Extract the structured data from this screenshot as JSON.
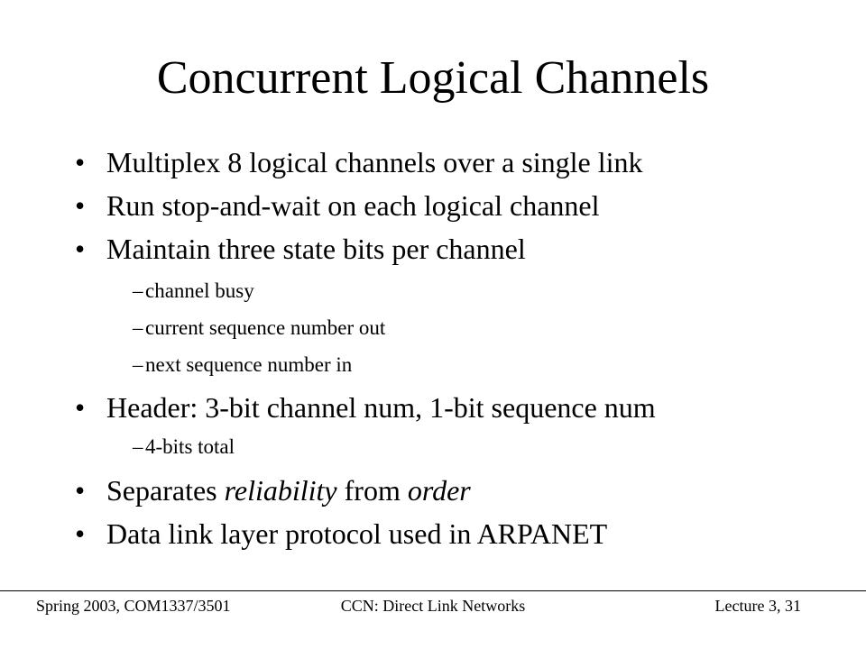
{
  "slide": {
    "title": "Concurrent Logical Channels",
    "bullets": {
      "b1": "Multiplex 8 logical channels over a single link",
      "b2": "Run stop-and-wait on each logical channel",
      "b3": "Maintain three state bits per channel",
      "b3_sub": [
        "channel busy",
        "current sequence number out",
        "next sequence number in"
      ],
      "b4": "Header: 3-bit channel num, 1-bit sequence num",
      "b4_sub": [
        "4-bits total"
      ],
      "b5": {
        "part1": "Separates ",
        "part2": "reliability",
        "part3": " from ",
        "part4": "order"
      },
      "b6": "Data link layer protocol used in ARPANET"
    },
    "bullet_glyph": "•",
    "dash_glyph": "–"
  },
  "footer": {
    "left": "Spring 2003, COM1337/3501",
    "center": "CCN: Direct Link Networks",
    "right": "Lecture 3, 31"
  }
}
